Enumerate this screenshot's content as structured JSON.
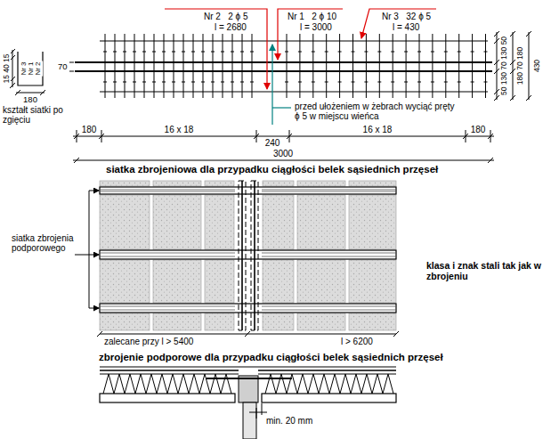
{
  "diagram": {
    "labels": [
      "Nr 2   2 ϕ 5",
      "l = 2680",
      "Nr 1   2 ϕ 10",
      "l = 3000",
      "Nr 3   32 ϕ 5",
      "l = 430",
      "15 40 15",
      "Nr 3",
      "Nr 1",
      "Nr 2",
      "70",
      "180",
      "kształt siatki po zgięciu",
      "50 130 70 130 50",
      "180 70 180",
      "430",
      "przed ułożeniem w żebrach wyciąć pręty ϕ 5 w miejscu wieńca",
      "180",
      "16 x 18",
      "240",
      "16 x 18",
      "180",
      "3000",
      "siatka zbrojeniowa dla przypadku ciągłości belek sąsiednich przęseł",
      "siatka zbrojenia podporowego",
      "klasa i znak stali tak jak w zbrojeniu",
      "zalecane przy l > 5400",
      "l > 6200",
      "zbrojenie podporowe dla przypadku ciągłości belek sąsiednich przęseł",
      "min. 20 mm"
    ]
  }
}
